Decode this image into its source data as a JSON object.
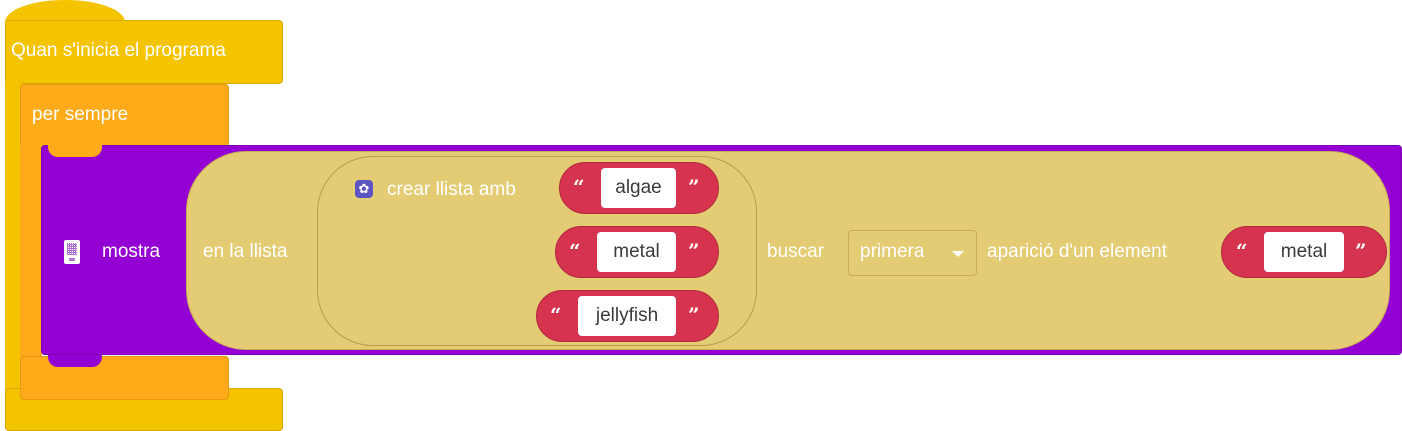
{
  "event_block": {
    "label": "Quan s'inicia el programa"
  },
  "forever_block": {
    "label": "per sempre"
  },
  "show_block": {
    "label": "mostra",
    "icon": "microbit-screen-icon"
  },
  "find_block": {
    "in_list_label": "en la llista",
    "find_label": "buscar",
    "mode_value": "primera",
    "occurrence_label": "aparició d'un element",
    "search_item": "metal"
  },
  "create_list_block": {
    "label": "crear llista amb",
    "icon": "gear-icon",
    "items": [
      "algae",
      "metal",
      "jellyfish"
    ]
  },
  "quotes": {
    "open": "“",
    "close": "”"
  },
  "colors": {
    "event": "#f5c400",
    "forever": "#ffab19",
    "display": "#9400d3",
    "list": "#e3cc73",
    "text": "#d6334e",
    "gear": "#5b55c4"
  }
}
